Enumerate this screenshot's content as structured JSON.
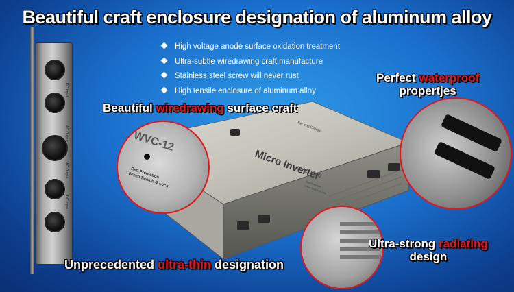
{
  "title": "Beautiful craft enclosure designation of aluminum alloy",
  "features": [
    "High voltage anode surface oxidation treatment",
    "Ultra-subtle wiredrawing craft manufacture",
    "Stainless steel screw will never rust",
    "High tensile enclosure of aluminum alloy"
  ],
  "callouts": {
    "wiredrawing": {
      "before": "Beautiful ",
      "highlight": "wiredrawing",
      "after": " surface craft"
    },
    "waterproof": {
      "before": "Perfect ",
      "highlight": "waterproof",
      "line2": "propertjes"
    },
    "radiating": {
      "before": "Ultra-strong ",
      "highlight": "radiating",
      "line2": "design"
    },
    "ultrathin": {
      "before": "Unprecedented ",
      "highlight": "ultra-thin",
      "after": " designation"
    }
  },
  "device": {
    "brand": "KeDeng Energy",
    "name": "Micro Inverter",
    "model": "WVC-1200",
    "zoom_model": "WVC-12",
    "label_line1": "Red Protection",
    "label_line2": "Green Search & Lock"
  },
  "side_device": {
    "labels": [
      "DC Input",
      "AC Output",
      "AC Output",
      "DC Input"
    ]
  },
  "colors": {
    "highlight": "#e8161c",
    "background": "#1a6fcc",
    "zoom_ring": "#e3161c"
  }
}
